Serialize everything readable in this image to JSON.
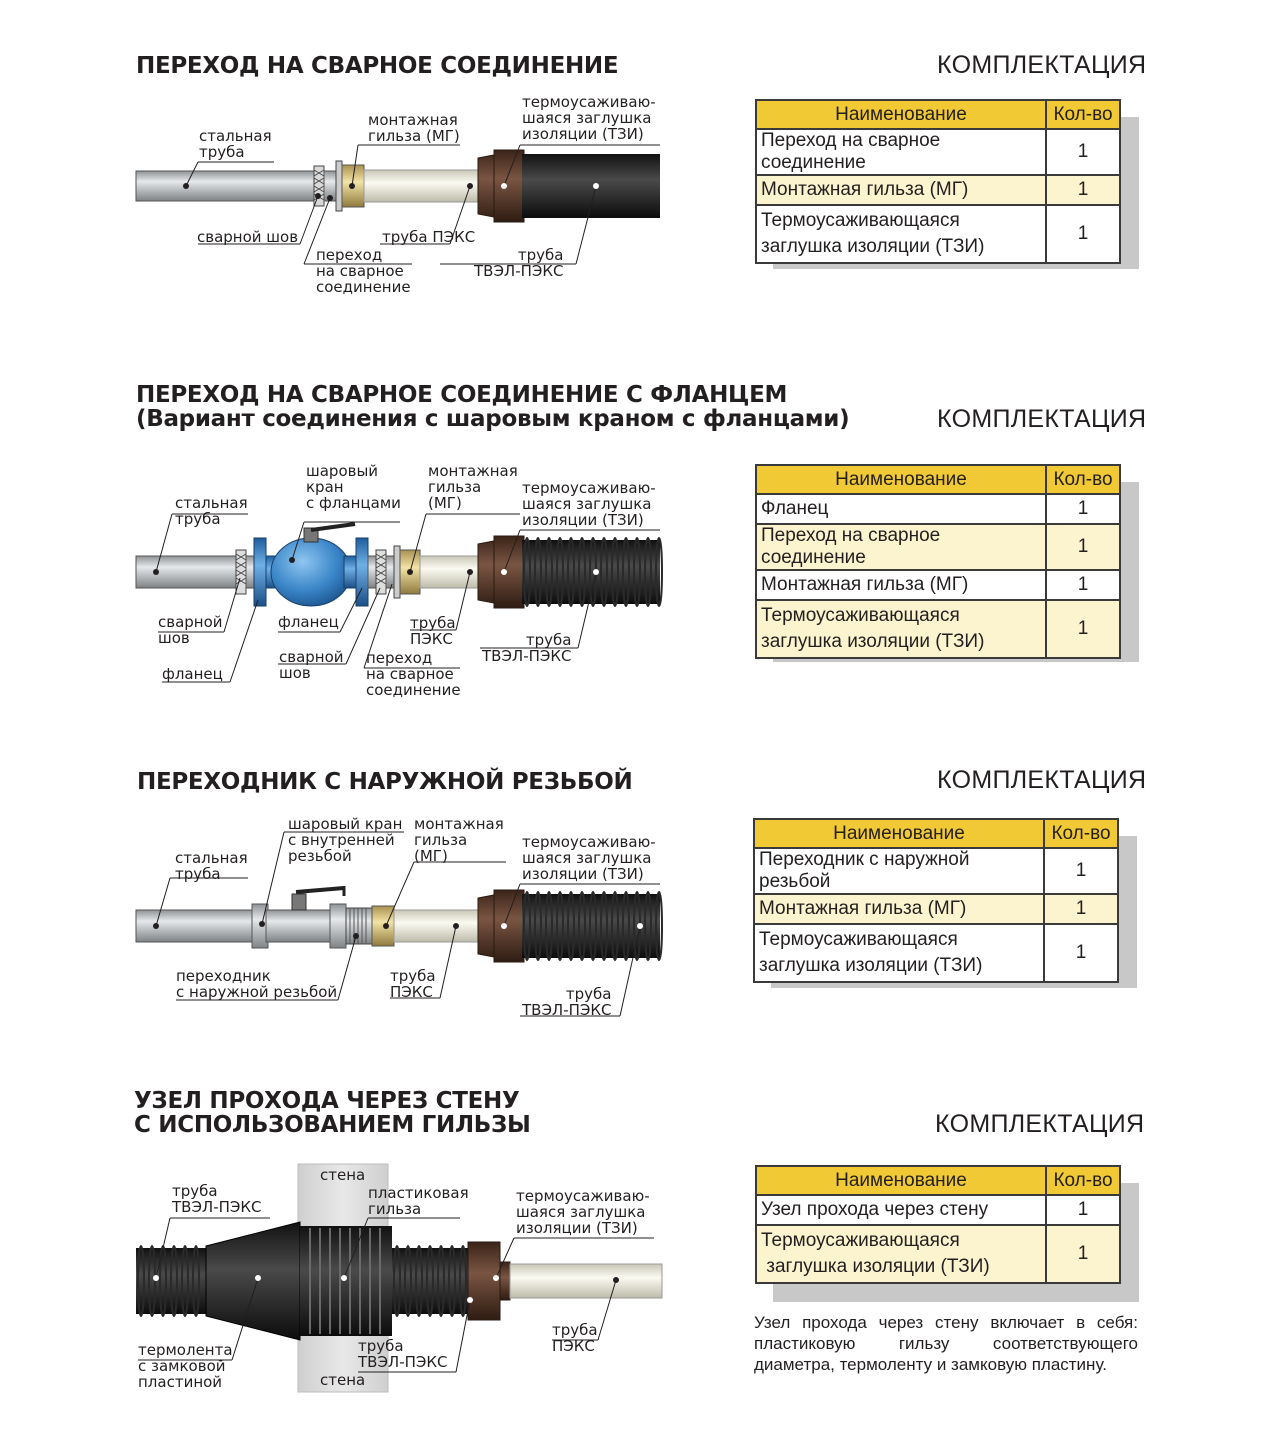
{
  "komplekt_label": "КОМПЛЕКТАЦИЯ",
  "table_headers": {
    "name": "Наименование",
    "qty": "Кол-во"
  },
  "sections": [
    {
      "title": "ПЕРЕХОД НА СВАРНОЕ СОЕДИНЕНИЕ",
      "items": [
        {
          "name": "Переход на сварное соединение",
          "qty": "1"
        },
        {
          "name": "Монтажная гильза (МГ)",
          "qty": "1"
        },
        {
          "name": "Термоусаживающаяся\nзаглушка изоляции (ТЗИ)",
          "qty": "1"
        }
      ],
      "labels": {
        "steel_pipe": "стальная\nтруба",
        "mount_sleeve": "монтажная\nгильза (МГ)",
        "tzi": "термоусаживаю-\nшаяся заглушка\nизоляции (ТЗИ)",
        "weld_seam": "сварной шов",
        "pex_pipe": "труба ПЭКС",
        "transition": "переход\nна сварное\nсоединение",
        "tvel_pipe": "труба\nТВЭЛ-ПЭКС"
      }
    },
    {
      "title": "ПЕРЕХОД НА СВАРНОЕ СОЕДИНЕНИЕ С ФЛАНЦЕМ",
      "subtitle": "(Вариант соединения с шаровым краном с фланцами)",
      "items": [
        {
          "name": "Фланец",
          "qty": "1"
        },
        {
          "name": "Переход на сварное соединение",
          "qty": "1"
        },
        {
          "name": "Монтажная гильза (МГ)",
          "qty": "1"
        },
        {
          "name": "Термоусаживающаяся\nзаглушка изоляции (ТЗИ)",
          "qty": "1"
        }
      ],
      "labels": {
        "steel_pipe": "стальная\nтруба",
        "ball_valve": "шаровый\nкран\nс фланцами",
        "mount_sleeve": "монтажная\nгильза\n(МГ)",
        "tzi": "термоусаживаю-\nшаяся заглушка\nизоляции (ТЗИ)",
        "weld_seam_left": "сварной\nшов",
        "flange_mid": "фланец",
        "flange_left": "фланец",
        "weld_seam_mid": "сварной\nшов",
        "pex_pipe": "труба\nПЭКС",
        "transition": "переход\nна сварное\nсоединение",
        "tvel_pipe": "труба\nТВЭЛ-ПЭКС"
      }
    },
    {
      "title": "ПЕРЕХОДНИК С НАРУЖНОЙ РЕЗЬБОЙ",
      "items": [
        {
          "name": "Переходник с наружной резьбой",
          "qty": "1"
        },
        {
          "name": "Монтажная гильза (МГ)",
          "qty": "1"
        },
        {
          "name": "Термоусаживающаяся\nзаглушка изоляции (ТЗИ)",
          "qty": "1"
        }
      ],
      "labels": {
        "steel_pipe": "стальная\nтруба",
        "ball_valve": "шаровый кран\nс внутренней\nрезьбой",
        "mount_sleeve": "монтажная\nгильза\n(МГ)",
        "tzi": "термоусаживаю-\nшаяся заглушка\nизоляции (ТЗИ)",
        "adapter": "переходник\nс наружной резьбой",
        "pex_pipe": "труба\nПЭКС",
        "tvel_pipe": "труба\nТВЭЛ-ПЭКС"
      }
    },
    {
      "title": "УЗЕЛ ПРОХОДА ЧЕРЕЗ СТЕНУ\nС ИСПОЛЬЗОВАНИЕМ ГИЛЬЗЫ",
      "items": [
        {
          "name": "Узел прохода через стену",
          "qty": "1"
        },
        {
          "name": "Термоусаживающаяся\n заглушка изоляции (ТЗИ)",
          "qty": "1"
        }
      ],
      "labels": {
        "tvel_pipe_top": "труба\nТВЭЛ-ПЭКС",
        "wall_top": "стена",
        "plastic_sleeve": "пластиковая\nгильза",
        "tzi": "термоусаживаю-\nшаяся заглушка\nизоляции (ТЗИ)",
        "thermotape": "термолента\nс замковой\nпластиной",
        "tvel_pipe_bottom": "труба\nТВЭЛ-ПЭКС",
        "wall_bottom": "стена",
        "pex_pipe": "труба\nПЭКС"
      },
      "note": "Узел прохода через стену включает в себя: пластиковую гильзу соответствующего диаметра, термоленту и замковую пластину."
    }
  ],
  "colors": {
    "header_yellow": "#f1c934",
    "row_highlight": "#fcf4cf",
    "tzi_brown": "#5b3a2a",
    "valve_blue": "#3a86c8",
    "steel_gray": "#b9bcbf",
    "sleeve_brass": "#d8c27a"
  }
}
